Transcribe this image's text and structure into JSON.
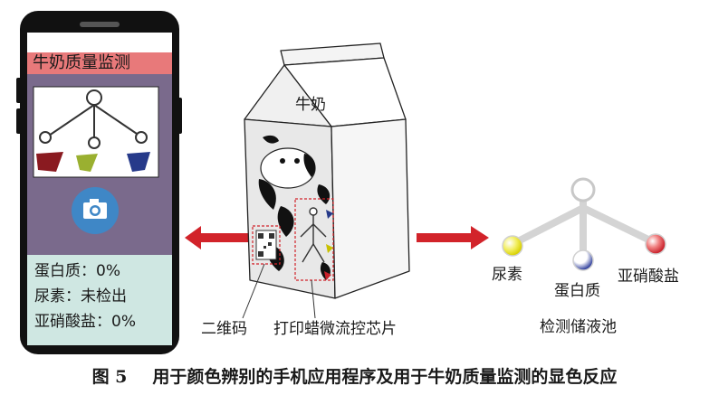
{
  "phone": {
    "app_title": "牛奶质量监测",
    "results": [
      "蛋白质：0%",
      "尿素：未检出",
      "亚硝酸盐：0%"
    ],
    "camera_icon": "camera-icon"
  },
  "carton": {
    "label": "牛奶"
  },
  "labels": {
    "qr_code": "二维码",
    "chip": "打印蜡微流控芯片",
    "reservoir": "检测储液池",
    "urea": "尿素",
    "protein": "蛋白质",
    "nitrite": "亚硝酸盐"
  },
  "caption": {
    "number": "图 5",
    "text": "用于颜色辨别的手机应用程序及用于牛奶质量监测的显色反应"
  },
  "colors": {
    "phone_body": "#111111",
    "title_bar": "#e8797a",
    "screen_purple": "#7a6a8c",
    "result_panel": "#cfe7e2",
    "camera_button": "#3f87c6",
    "arrow": "#d2232a",
    "urea": "#e8e000",
    "protein": "#2a3a9a",
    "nitrite": "#c8202a"
  }
}
